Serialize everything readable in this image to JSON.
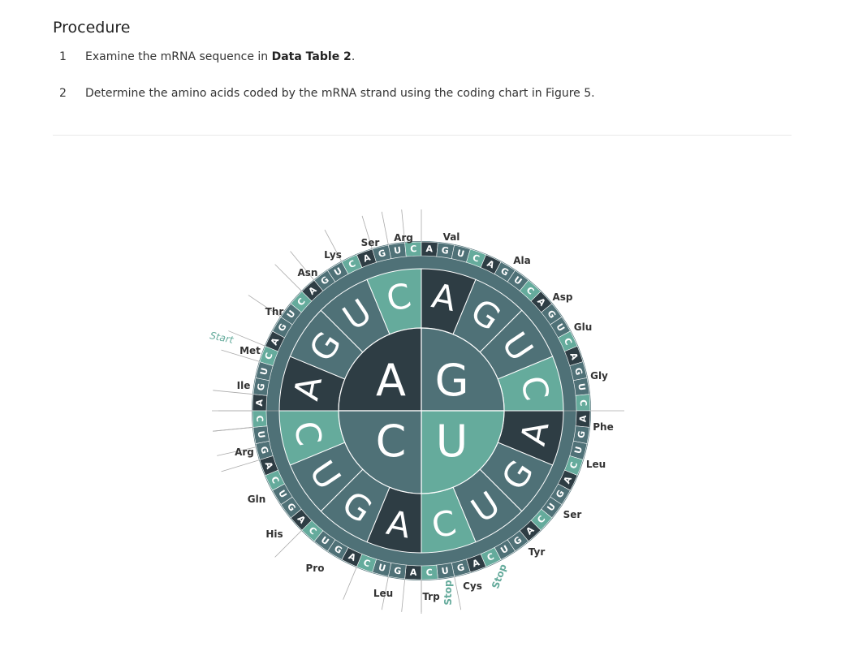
{
  "page_title": "Procedure",
  "steps": [
    {
      "num": "1",
      "text_before": "Examine the mRNA sequence in ",
      "bold": "Data Table 2",
      "text_after": "."
    },
    {
      "num": "2",
      "text": "Determine the amino acids coded by the mRNA strand using the coding chart in Figure 5."
    }
  ],
  "colors": {
    "dark": "#2e3d44",
    "slate": "#4f7177",
    "teal": "#65ab9c",
    "line": "#999999",
    "text": "#333333"
  },
  "wheel": {
    "first_base": [
      "A",
      "G",
      "U",
      "C"
    ],
    "second_base": [
      "A",
      "G",
      "U",
      "C",
      "A",
      "G",
      "U",
      "C",
      "A",
      "G",
      "U",
      "C",
      "A",
      "G",
      "U",
      "C"
    ],
    "third_base": [
      "A",
      "G",
      "U",
      "C",
      "A",
      "G",
      "U",
      "C",
      "A",
      "G",
      "U",
      "C",
      "A",
      "G",
      "U",
      "C",
      "A",
      "G",
      "U",
      "C",
      "A",
      "G",
      "U",
      "C",
      "A",
      "G",
      "U",
      "C",
      "A",
      "G",
      "U",
      "C",
      "A",
      "G",
      "U",
      "C",
      "A",
      "G",
      "U",
      "C",
      "A",
      "G",
      "U",
      "C",
      "A",
      "G",
      "U",
      "C",
      "A",
      "G",
      "U",
      "C",
      "A",
      "G",
      "U",
      "C",
      "A",
      "G",
      "U",
      "C",
      "A",
      "G",
      "U",
      "C"
    ],
    "amino_acids": [
      "Met",
      "Ile",
      "Arg",
      "Gln",
      "His",
      "Pro",
      "Leu",
      "Trp",
      "Stop",
      "Cys",
      "Stop",
      "Tyr",
      "Ser",
      "Leu",
      "Phe",
      "Gly",
      "Glu",
      "Asp",
      "Ala",
      "Val",
      "Arg",
      "Ser",
      "Lys",
      "Asn",
      "Thr"
    ],
    "start_label": "Start"
  }
}
